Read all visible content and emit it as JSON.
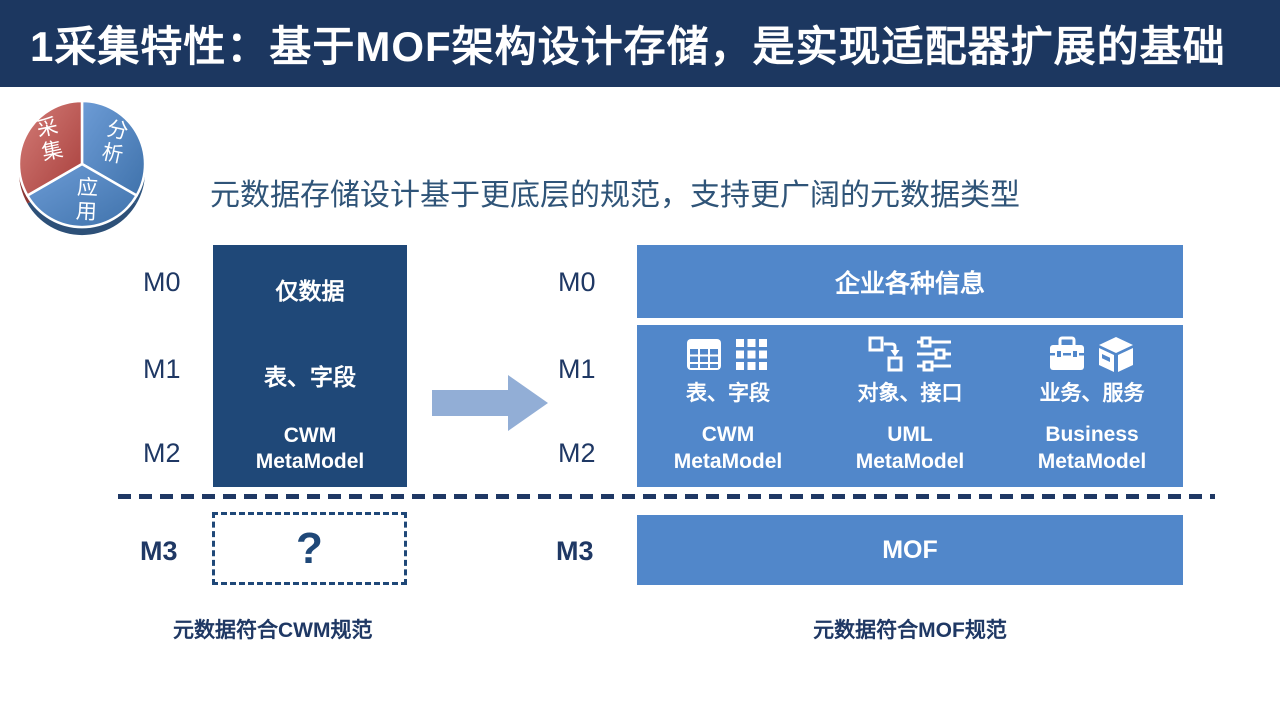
{
  "title": "1采集特性：基于MOF架构设计存储，是实现适配器扩展的基础",
  "subtitle": "元数据存储设计基于更底层的规范，支持更广阔的元数据类型",
  "pie": {
    "collect": "采集",
    "analyze": "分析",
    "apply": "应用"
  },
  "levels": {
    "m0": "M0",
    "m1": "M1",
    "m2": "M2",
    "m3": "M3"
  },
  "left": {
    "box": {
      "line1": "仅数据",
      "line2": "表、字段",
      "model_line1": "CWM",
      "model_line2": "MetaModel"
    },
    "m3_question": "?",
    "caption": "元数据符合CWM规范"
  },
  "right": {
    "m0_box": "企业各种信息",
    "columns": [
      {
        "icons": [
          "table-icon",
          "grid-icon"
        ],
        "label": "表、字段",
        "model_line1": "CWM",
        "model_line2": "MetaModel"
      },
      {
        "icons": [
          "object-flow-icon",
          "sliders-icon"
        ],
        "label": "对象、接口",
        "model_line1": "UML",
        "model_line2": "MetaModel"
      },
      {
        "icons": [
          "briefcase-icon",
          "package-icon"
        ],
        "label": "业务、服务",
        "model_line1": "Business",
        "model_line2": "MetaModel"
      }
    ],
    "m3_box": "MOF",
    "caption": "元数据符合MOF规范"
  },
  "colors": {
    "title_bar": "#1c3760",
    "navy_text": "#1f3864",
    "dark_box": "#1f4878",
    "blue_box": "#5187ca",
    "arrow": "#92aed6",
    "red_slice": "#c0504d",
    "blue_slice": "#4f81bd"
  }
}
